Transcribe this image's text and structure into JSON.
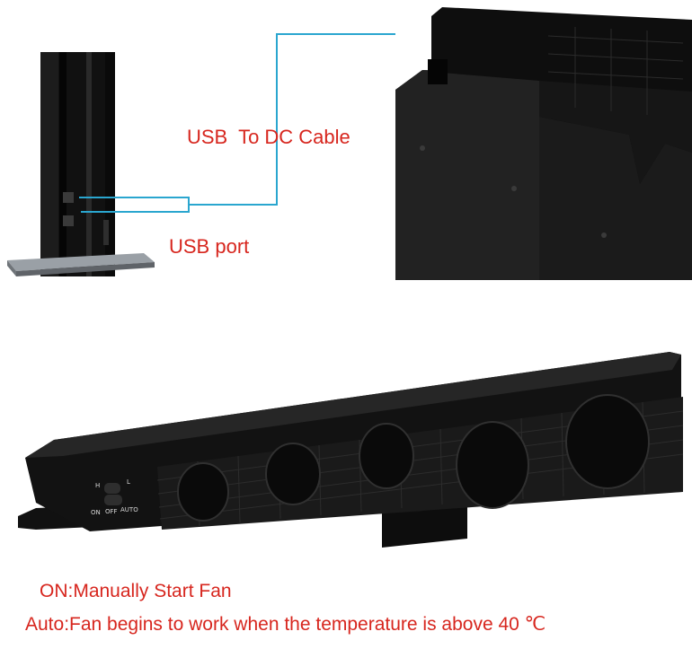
{
  "diagram": {
    "cable_label": "USB  To DC Cable",
    "port_label": "USB port",
    "switch_labels": {
      "h": "H",
      "l": "L",
      "on": "ON",
      "off": "OFF",
      "auto": "AUTO"
    }
  },
  "captions": {
    "on_line": "ON:Manually Start Fan",
    "auto_line": "Auto:Fan begins to work when the temperature is above 40 ℃"
  },
  "colors": {
    "text_red": "#d7261e",
    "cable_line": "#2aa6cf",
    "device_black": "#141414"
  }
}
